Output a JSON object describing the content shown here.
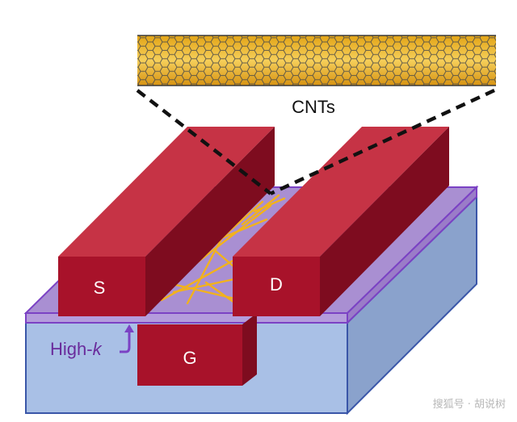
{
  "labels": {
    "cnts": "CNTs",
    "source": "S",
    "drain": "D",
    "gate": "G",
    "high_k_prefix": "High-",
    "high_k_k": "k"
  },
  "watermark": "搜狐号 · 胡说树",
  "colors": {
    "electrode_front": "#a8122a",
    "electrode_top": "#c63345",
    "electrode_side": "#7e0c1f",
    "substrate_top": "#9aaad6",
    "substrate_front": "#a9c0e6",
    "substrate_side": "#8aa2cc",
    "high_k_layer": "#a283d0",
    "high_k_edge": "#7b42c4",
    "nanotube": "#f2b21c",
    "nanotube_lattice": "#4a4a4a",
    "high_k_text": "#6a2c9c"
  }
}
